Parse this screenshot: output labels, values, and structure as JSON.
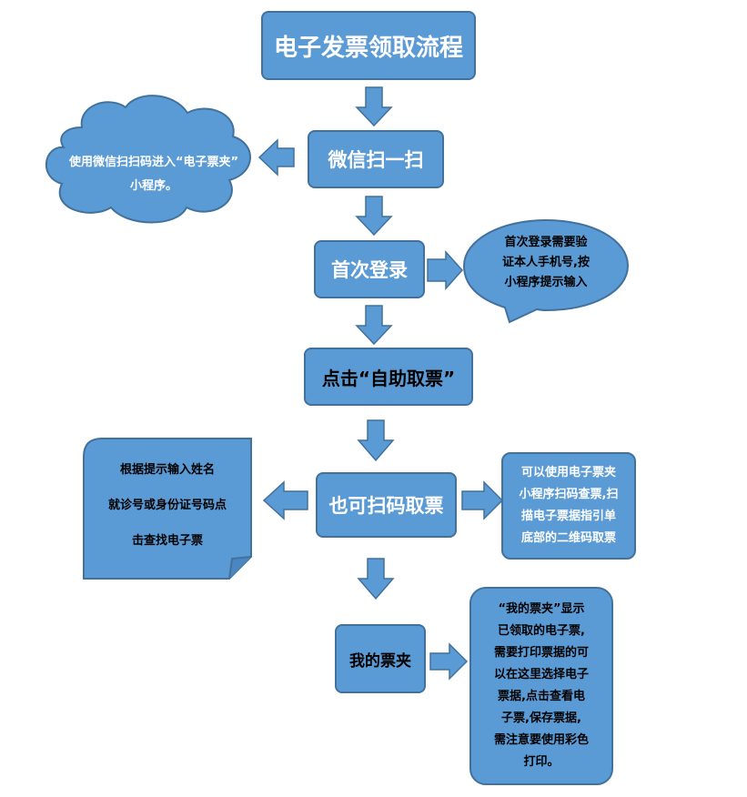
{
  "title": "电子发票领取流程",
  "steps": {
    "wechat_scan": "微信扫一扫",
    "first_login": "首次登录",
    "self_service": "点击“自助取票”",
    "scan_ticket": "也可扫码取票",
    "my_wallet": "我的票夹"
  },
  "notes": {
    "cloud": "使用微信扫扫码进入“电子票夹”\n小程序。",
    "login_bubble": "首次登录需要验\n证本人手机号,按\n小程序提示输入",
    "search_input": "根据提示输入姓名\n就诊号或身份证号码点\n击查找电子票",
    "scan_note": "可以使用电子票夹\n小程序扫码查票,扫\n描电子票据指引单\n底部的二维码取票",
    "wallet_note": "“我的票夹”显示\n已领取的电子票,\n需要打印票据的可\n以在这里选择电子\n票据,点击查看电\n子票,保存票据,\n需注意要使用彩色\n打印。"
  },
  "colors": {
    "fill": "#5b9bd5",
    "stroke": "#41719c"
  }
}
